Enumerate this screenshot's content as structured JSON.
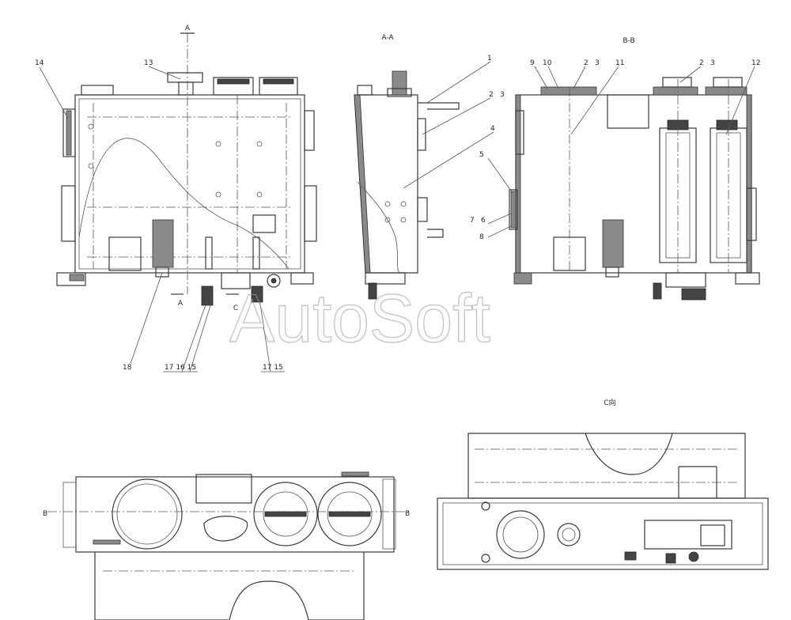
{
  "views": {
    "section_aa": "A-A",
    "section_bb": "B-B",
    "view_c": "C向"
  },
  "section_marks": {
    "a_top": "A",
    "a_bottom": "A",
    "c": "C",
    "b_left": "B",
    "b_right": "B"
  },
  "callouts": {
    "c1": "1",
    "c2a": "2",
    "c3a": "3",
    "c2b": "2",
    "c3b": "3",
    "c2c": "2",
    "c3c": "3",
    "c4": "4",
    "c5": "5",
    "c6": "6",
    "c7": "7",
    "c8": "8",
    "c9": "9",
    "c10": "10",
    "c11": "11",
    "c12": "12",
    "c13": "13",
    "c14": "14",
    "c18": "18",
    "c17_16_15": "17  16  15",
    "c17_15": "17  15"
  },
  "watermark": "AutoSoft"
}
